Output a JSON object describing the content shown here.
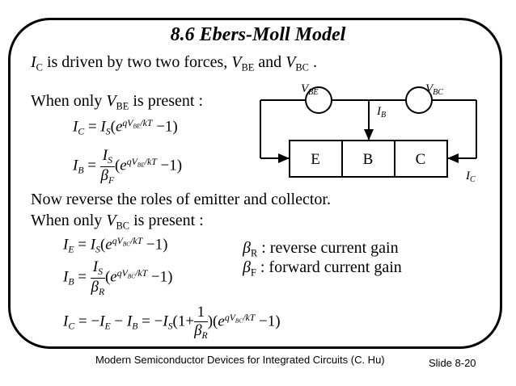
{
  "slide": {
    "title": "8.6  Ebers-Moll Model",
    "intro": {
      "ic": "I",
      "ic_sub": "C",
      "text1": " is driven by two two forces, ",
      "vbe": "V",
      "vbe_sub": "BE",
      "text2": " and ",
      "vbc": "V",
      "vbc_sub": "BC",
      "text3": " ."
    },
    "case1": {
      "pre": "When only ",
      "v": "V",
      "v_sub": "BE",
      "post": " is present :"
    },
    "case2_heading": "Now reverse the roles of emitter and collector.",
    "case2": {
      "pre": "When only ",
      "v": "V",
      "v_sub": "BC",
      "post": " is present :"
    },
    "gains": {
      "r_sym": "β",
      "r_sub": "R",
      "r_text": " : reverse current gain",
      "f_sym": "β",
      "f_sub": "F",
      "f_text": " : forward current gain"
    },
    "footer_left": "Modern Semiconductor Devices for Integrated Circuits (C. Hu)",
    "footer_right": "Slide 8-20"
  },
  "diagram": {
    "source_left": "V",
    "source_left_sub": "BE",
    "source_right": "V",
    "source_right_sub": "BC",
    "ib": "I",
    "ib_sub": "B",
    "ic": "I",
    "ic_sub": "C",
    "regions": [
      "E",
      "B",
      "C"
    ]
  },
  "equations": {
    "eq1": {
      "lhs": "I",
      "lhs_sub": "C",
      "is": "I",
      "is_sub": "S",
      "e": "e",
      "exp": "qV",
      "exp_sub": "BE",
      "exp_tail": "/kT",
      "tail": "−1)"
    },
    "eq2": {
      "lhs": "I",
      "lhs_sub": "B",
      "num": "I",
      "num_sub": "S",
      "den": "β",
      "den_sub": "F",
      "e": "e",
      "exp": "qV",
      "exp_sub": "BE",
      "exp_tail": "/kT",
      "tail": "−1)"
    },
    "eq3": {
      "lhs": "I",
      "lhs_sub": "E",
      "is": "I",
      "is_sub": "S",
      "e": "e",
      "exp": "qV",
      "exp_sub": "BC",
      "exp_tail": "/kT",
      "tail": "−1)"
    },
    "eq4": {
      "lhs": "I",
      "lhs_sub": "B",
      "num": "I",
      "num_sub": "S",
      "den": "β",
      "den_sub": "R",
      "e": "e",
      "exp": "qV",
      "exp_sub": "BC",
      "exp_tail": "/kT",
      "tail": "−1)"
    },
    "eq5": {
      "lhs": "I",
      "lhs_sub": "C",
      "t1": "I",
      "t1_sub": "E",
      "t2": "I",
      "t2_sub": "B",
      "t3": "I",
      "t3_sub": "S",
      "one_plus": "(1+",
      "num": "1",
      "den": "β",
      "den_sub": "R",
      "mid": ")(",
      "e": "e",
      "exp": "qV",
      "exp_sub": "BC",
      "exp_tail": "/kT",
      "tail": "−1)"
    }
  }
}
